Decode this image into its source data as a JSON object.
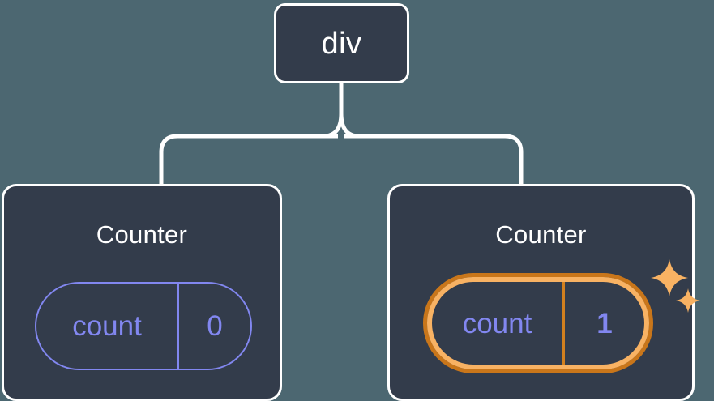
{
  "canvas": {
    "background_color": "#4c6771",
    "card_background_color": "#333c4b",
    "card_border_color": "#ffffff",
    "connector_color": "#ffffff",
    "accent_indigo": "#8287f0",
    "accent_orange_outer": "#c9761a",
    "accent_orange_inner": "#f8b263"
  },
  "tree": {
    "root": {
      "label": "div"
    },
    "children": [
      {
        "title": "Counter",
        "state": {
          "name": "count",
          "value": "0"
        },
        "highlighted": false
      },
      {
        "title": "Counter",
        "state": {
          "name": "count",
          "value": "1"
        },
        "highlighted": true,
        "sparkle_icons": [
          "sparkle-large",
          "sparkle-small"
        ]
      }
    ]
  }
}
